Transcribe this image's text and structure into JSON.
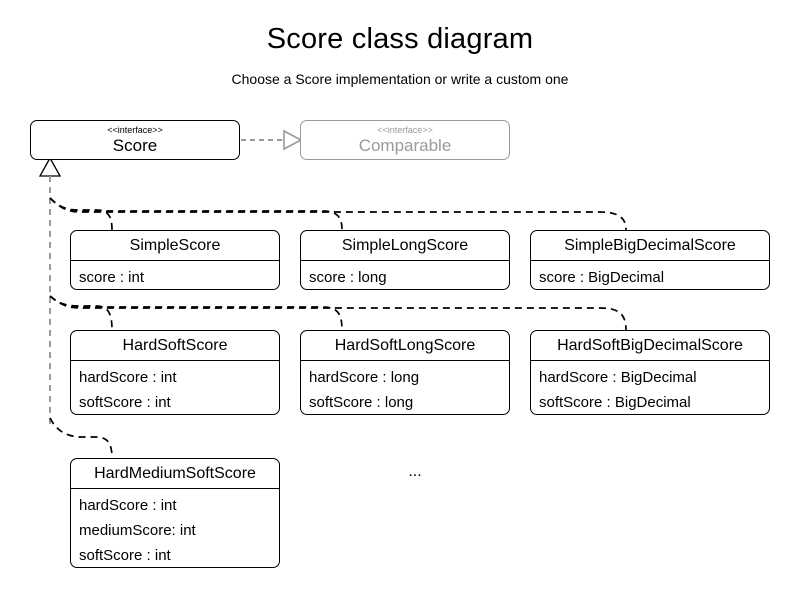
{
  "diagram": {
    "title": "Score class diagram",
    "subtitle": "Choose a Score implementation or write a custom one",
    "background_color": "#ffffff",
    "line_color": "#000000",
    "ghost_color": "#9a9a9a"
  },
  "interfaces": [
    {
      "id": "score",
      "stereotype": "<<interface>>",
      "name": "Score",
      "style": "solid"
    },
    {
      "id": "comparable",
      "stereotype": "<<interface>>",
      "name": "Comparable",
      "style": "ghost"
    }
  ],
  "classes": [
    {
      "id": "simple-score",
      "name": "SimpleScore",
      "attributes": [
        "score : int"
      ]
    },
    {
      "id": "simple-long-score",
      "name": "SimpleLongScore",
      "attributes": [
        "score : long"
      ]
    },
    {
      "id": "simple-big-decimal-score",
      "name": "SimpleBigDecimalScore",
      "attributes": [
        "score : BigDecimal"
      ]
    },
    {
      "id": "hard-soft-score",
      "name": "HardSoftScore",
      "attributes": [
        "hardScore : int",
        "softScore : int"
      ]
    },
    {
      "id": "hard-soft-long-score",
      "name": "HardSoftLongScore",
      "attributes": [
        "hardScore : long",
        "softScore : long"
      ]
    },
    {
      "id": "hard-soft-big-decimal-score",
      "name": "HardSoftBigDecimalScore",
      "attributes": [
        "hardScore : BigDecimal",
        "softScore : BigDecimal"
      ]
    },
    {
      "id": "hard-medium-soft-score",
      "name": "HardMediumSoftScore",
      "attributes": [
        "hardScore : int",
        "mediumScore: int",
        "softScore : int"
      ]
    }
  ],
  "more_marker": "...",
  "relationships": [
    {
      "kind": "realization",
      "from": "Score",
      "to": "Comparable",
      "line": "dashed",
      "arrow": "hollow-triangle"
    },
    {
      "kind": "implementation",
      "from": "SimpleScore",
      "to": "Score",
      "line": "dashed",
      "arrow": "hollow-triangle"
    },
    {
      "kind": "implementation",
      "from": "SimpleLongScore",
      "to": "Score",
      "line": "dashed",
      "arrow": "hollow-triangle"
    },
    {
      "kind": "implementation",
      "from": "SimpleBigDecimalScore",
      "to": "Score",
      "line": "dashed",
      "arrow": "hollow-triangle"
    },
    {
      "kind": "implementation",
      "from": "HardSoftScore",
      "to": "Score",
      "line": "dashed",
      "arrow": "hollow-triangle"
    },
    {
      "kind": "implementation",
      "from": "HardSoftLongScore",
      "to": "Score",
      "line": "dashed",
      "arrow": "hollow-triangle"
    },
    {
      "kind": "implementation",
      "from": "HardSoftBigDecimalScore",
      "to": "Score",
      "line": "dashed",
      "arrow": "hollow-triangle"
    },
    {
      "kind": "implementation",
      "from": "HardMediumSoftScore",
      "to": "Score",
      "line": "dashed",
      "arrow": "hollow-triangle"
    }
  ]
}
